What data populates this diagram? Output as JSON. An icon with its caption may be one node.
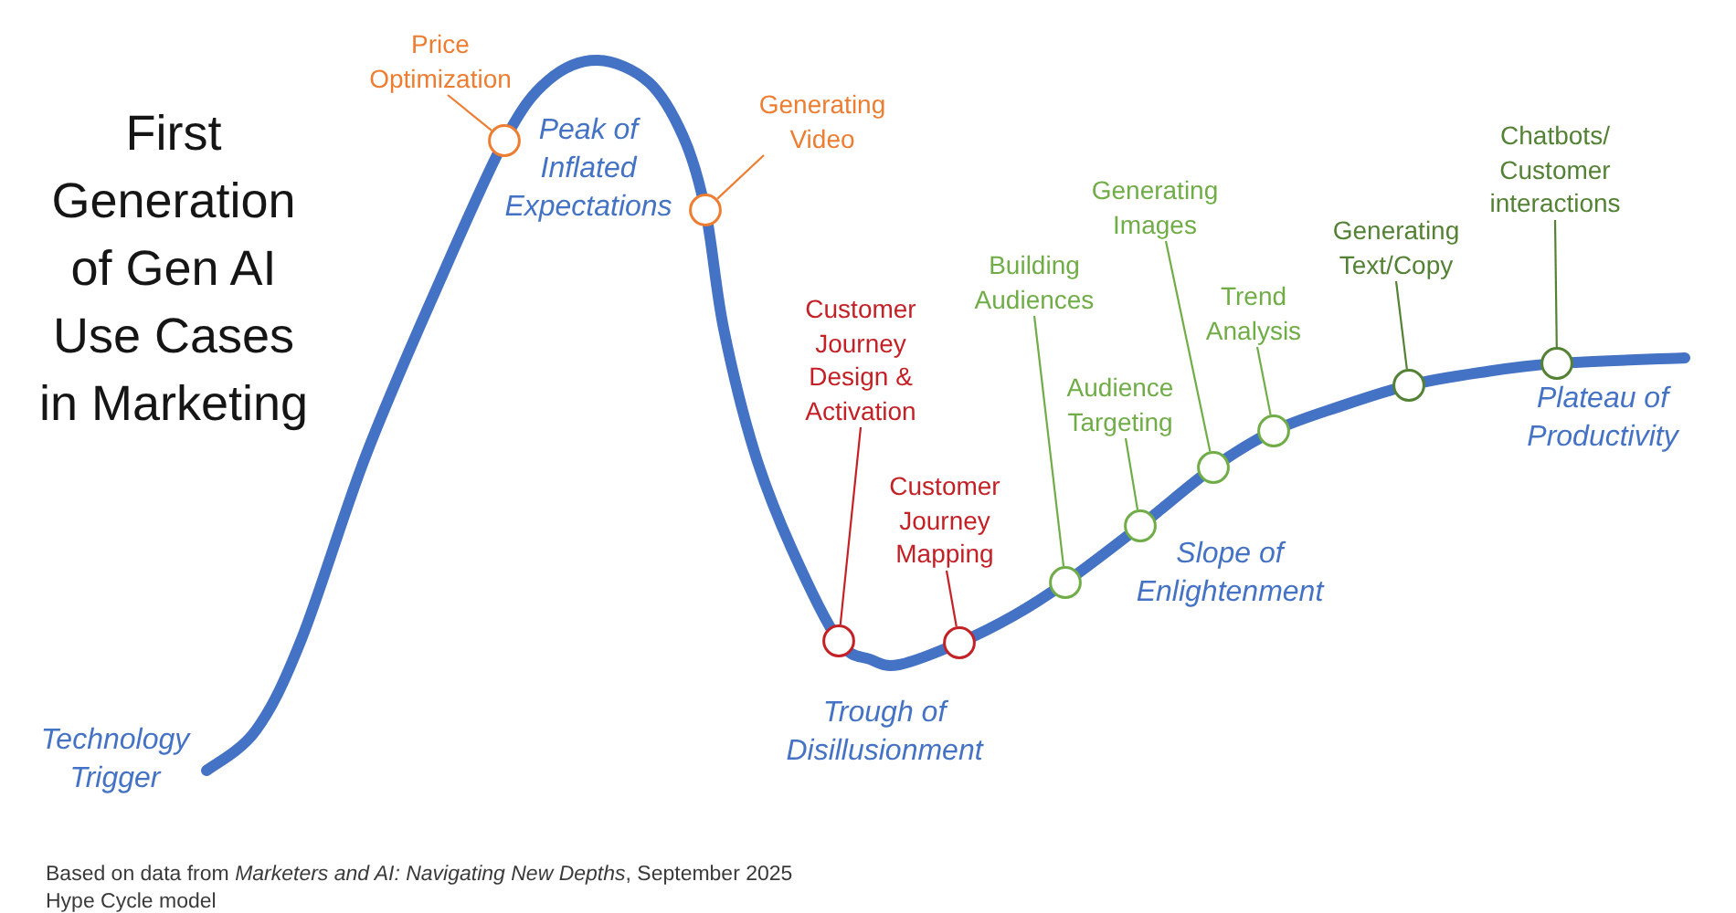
{
  "diagram": {
    "title": "First Generation of Gen AI Use Cases in Marketing",
    "caption": "Based on data from *Marketers and AI: Navigating New Depths*, September 2025",
    "nodes": [
      {
        "text": [
          "Price Optimization"
        ]
      },
      {
        "text": [],
        "shape": "circle"
      },
      {
        "text": [
          "Generating Video"
        ]
      },
      {
        "text": [],
        "shape": "circle"
      },
      {
        "text": [
          "Customer Journey Design & Activation"
        ]
      },
      {
        "text": [],
        "shape": "circle"
      },
      {
        "text": [
          "Customer Journey Mapping"
        ]
      },
      {
        "text": [],
        "shape": "circle"
      },
      {
        "text": [
          "Building Audiences"
        ]
      },
      {
        "text": [],
        "shape": "circle"
      },
      {
        "text": [
          "Audience Targeting"
        ]
      },
      {
        "text": [],
        "shape": "circle"
      },
      {
        "text": [
          "Generating Images"
        ]
      },
      {
        "text": [],
        "shape": "circle"
      },
      {
        "text": [
          "Trend Analysis"
        ]
      },
      {
        "text": [],
        "shape": "circle"
      },
      {
        "text": [
          "Generating Text/Copy"
        ]
      },
      {
        "text": [],
        "shape": "circle"
      },
      {
        "text": [
          "Chatbots/ Customer interactions"
        ]
      },
      {
        "text": [],
        "shape": "circle"
      }
    ],
    "edges": [
      {
        "from": 0,
        "to": 1,
        "arrow": "none",
        "color": "#ed7d31"
      },
      {
        "from": 2,
        "to": 3,
        "arrow": "none",
        "color": "#ed7d31"
      },
      {
        "from": 4,
        "to": 5,
        "arrow": "none",
        "color": "#c42127"
      },
      {
        "from": 6,
        "to": 7,
        "arrow": "none",
        "color": "#c42127"
      },
      {
        "from": 8,
        "to": 9,
        "arrow": "none"
      },
      {
        "from": 10,
        "to": 11,
        "arrow": "none"
      },
      {
        "from": 12,
        "to": 13,
        "arrow": "none"
      },
      {
        "from": 14,
        "to": 15,
        "arrow": "none"
      },
      {
        "from": 16,
        "to": 17,
        "arrow": "none",
        "color": "#548235"
      },
      {
        "from": 18,
        "to": 19,
        "arrow": "none",
        "color": "#548235"
      }
    ],
    "labels": [
      "Peak of Inflated Expectations",
      "Plateau of Productivity",
      "Slope of Enlightenment",
      "Trough of Disillusionment",
      "Technology Trigger",
      "Hype Cycle model"
    ]
  }
}
